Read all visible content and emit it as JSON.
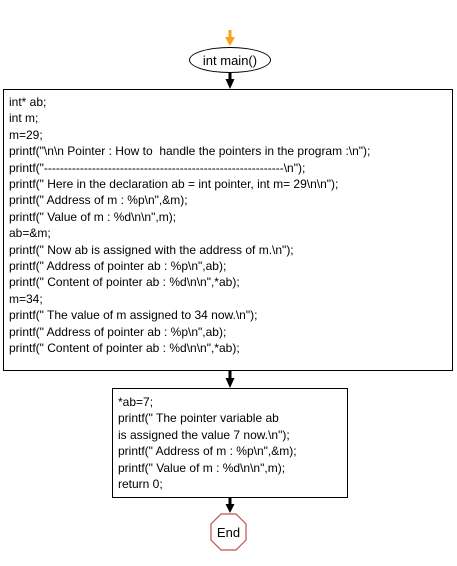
{
  "start": {
    "label": "int main()"
  },
  "block1": {
    "lines": [
      "int* ab;",
      "int m;",
      "m=29;",
      "printf(\"\\n\\n Pointer : How to  handle the pointers in the program :\\n\");",
      "printf(\"------------------------------------------------------------\\n\");",
      "printf(\" Here in the declaration ab = int pointer, int m= 29\\n\\n\");",
      "printf(\" Address of m : %p\\n\",&m);",
      "printf(\" Value of m : %d\\n\\n\",m);",
      "ab=&m;",
      "printf(\" Now ab is assigned with the address of m.\\n\");",
      "printf(\" Address of pointer ab : %p\\n\",ab);",
      "printf(\" Content of pointer ab : %d\\n\\n\",*ab);",
      "m=34;",
      "printf(\" The value of m assigned to 34 now.\\n\");",
      "printf(\" Address of pointer ab : %p\\n\",ab);",
      "printf(\" Content of pointer ab : %d\\n\\n\",*ab);"
    ]
  },
  "block2": {
    "lines": [
      "*ab=7;",
      "printf(\" The pointer variable ab",
      "is assigned the value 7 now.\\n\");",
      "printf(\" Address of m : %p\\n\",&m);",
      "printf(\" Value of m : %d\\n\\n\",m);",
      "return 0;"
    ]
  },
  "end": {
    "label": "End"
  },
  "colors": {
    "arrow": "#000000",
    "start_arrow": "#F5A31A",
    "end_outline": "#C0504D",
    "border": "#000000"
  }
}
